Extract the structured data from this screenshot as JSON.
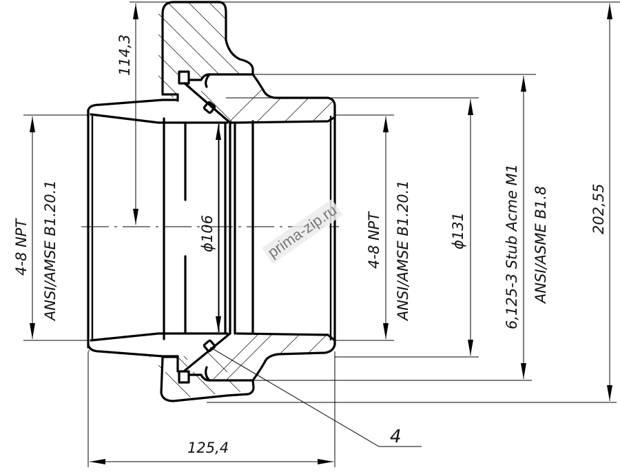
{
  "drawing": {
    "type": "sectional engineering drawing of threaded hammer union / coupling",
    "dimensions": {
      "flange_height": "114,3",
      "bore_diameter": "ϕ106",
      "outer_diameter": "ϕ131",
      "overall_height": "202,55",
      "overall_length": "125,4"
    },
    "threads": {
      "left_thread_size": "4-8 NPT",
      "left_thread_standard": "ANSI/AMSE B1.20.1",
      "right_thread_size": "4-8 NPT",
      "right_thread_standard": "ANSI/AMSE B1.20.1",
      "nut_thread_size": "6,125-3 Stub Acme M1",
      "nut_thread_standard": "ANSI/ASME B1.8"
    },
    "callouts": {
      "seal_item": "4"
    },
    "watermark": "prima-zip.ru"
  }
}
